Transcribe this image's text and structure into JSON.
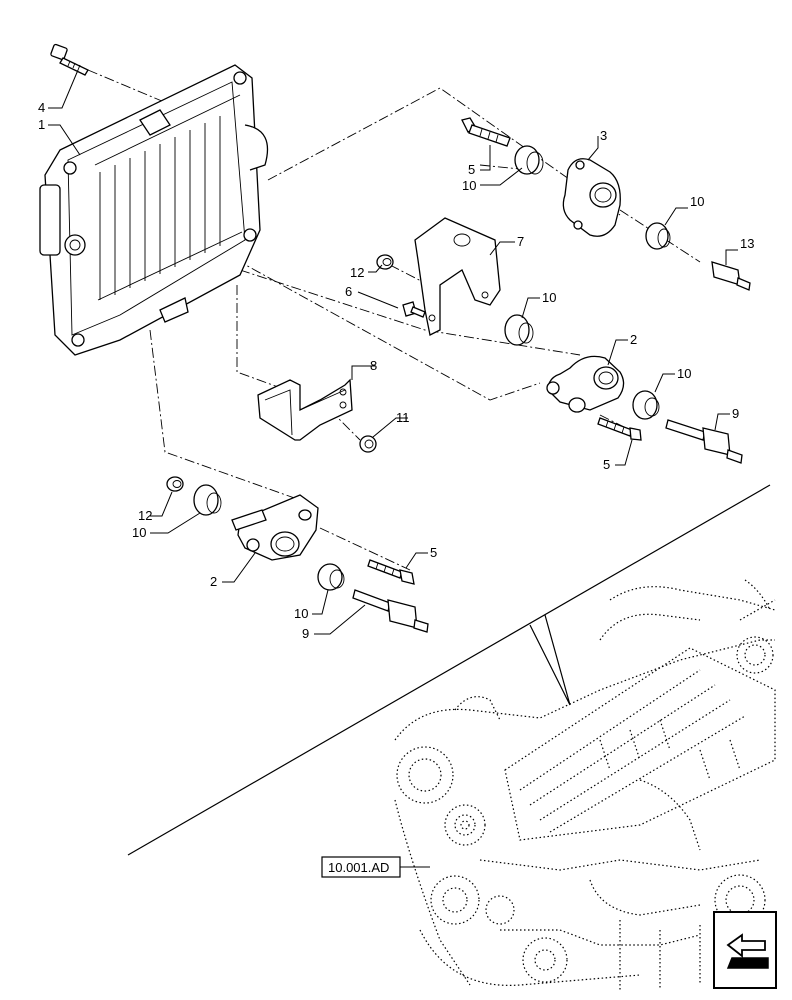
{
  "callouts": {
    "c1": "1",
    "c2a": "2",
    "c2b": "2",
    "c3": "3",
    "c4": "4",
    "c5a": "5",
    "c5b": "5",
    "c5c": "5",
    "c6": "6",
    "c7": "7",
    "c8": "8",
    "c9a": "9",
    "c9b": "9",
    "c10a": "10",
    "c10b": "10",
    "c10c": "10",
    "c10d": "10",
    "c10e": "10",
    "c10f": "10",
    "c11": "11",
    "c12a": "12",
    "c12b": "12",
    "c13": "13"
  },
  "reference_box": {
    "label": "10.001.AD"
  },
  "nav_icon": "arrow-icon"
}
